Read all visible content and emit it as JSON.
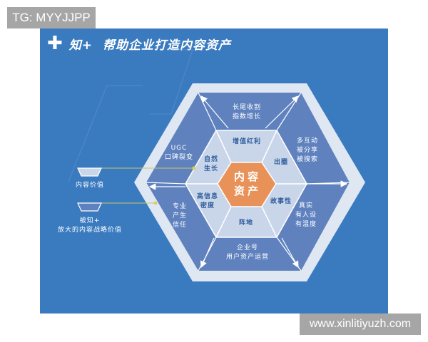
{
  "watermarks": {
    "top": "TG: MYYJJPP",
    "bottom": "www.xinlitiyuzh.com"
  },
  "header": {
    "plus_icon": "plus-icon",
    "brand": "知+",
    "title": "帮助企业打造内容资产"
  },
  "colors": {
    "panel_bg": "#3a7bc0",
    "frame": "#dfe7f3",
    "outer_ring": "#5f82bf",
    "middle_ring": "#c9d6ea",
    "core": "#e8925a"
  },
  "core": {
    "label": "内容\n资产"
  },
  "middle_ring": [
    {
      "position": "top",
      "label": "增值红利"
    },
    {
      "position": "upper-right",
      "label": "出圈"
    },
    {
      "position": "lower-right",
      "label": "故事性"
    },
    {
      "position": "bottom",
      "label": "阵地"
    },
    {
      "position": "lower-left",
      "label": "高信息\n密度"
    },
    {
      "position": "upper-left",
      "label": "自然\n生长"
    }
  ],
  "outer_ring": [
    {
      "position": "top",
      "label": "长尾收割\n指数增长"
    },
    {
      "position": "upper-right",
      "label": "多互动\n被分享\n被搜索"
    },
    {
      "position": "lower-right",
      "label": "真实\n有人设\n有温度"
    },
    {
      "position": "bottom",
      "label": "企业号\n用户资产运营"
    },
    {
      "position": "lower-left",
      "label": "专业\n产生\n信任"
    },
    {
      "position": "upper-left",
      "label": "UGC\n口碑裂变"
    }
  ],
  "legend": [
    {
      "label": "内容价值"
    },
    {
      "label": "被知+\n放大的内容战略价值"
    }
  ]
}
